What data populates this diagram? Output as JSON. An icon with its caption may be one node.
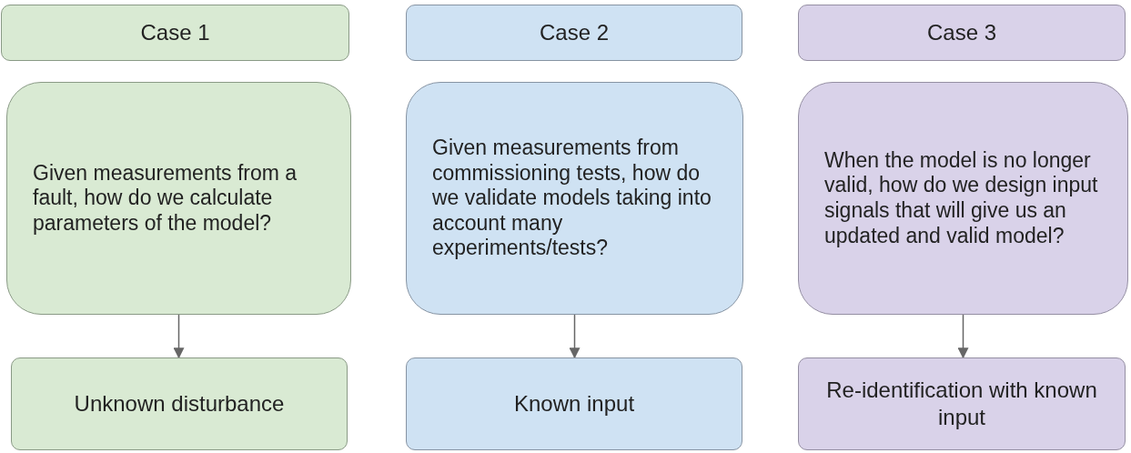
{
  "diagram": {
    "nodes": [
      {
        "text": [
          "Case 1"
        ]
      },
      {
        "text": [
          "Case 2"
        ]
      },
      {
        "text": [
          "Case 3"
        ]
      },
      {
        "text": [
          "Given measurements from a fault, how do we calculate parameters of the model?"
        ]
      },
      {
        "text": [
          "Given measurements from commissioning tests, how do we validate models taking into account many experiments/tests?"
        ]
      },
      {
        "text": [
          "When the model is no longer valid, how do we design input signals that will give us an updated and valid model?"
        ]
      },
      {
        "text": [
          "Unknown disturbance"
        ]
      },
      {
        "text": [
          "Known input"
        ]
      },
      {
        "text": [
          "Re-identification with known input"
        ]
      }
    ],
    "edges": [
      {
        "from": 3,
        "to": 6,
        "arrow": "to"
      },
      {
        "from": 4,
        "to": 7,
        "arrow": "to"
      },
      {
        "from": 5,
        "to": 8,
        "arrow": "to"
      }
    ]
  }
}
